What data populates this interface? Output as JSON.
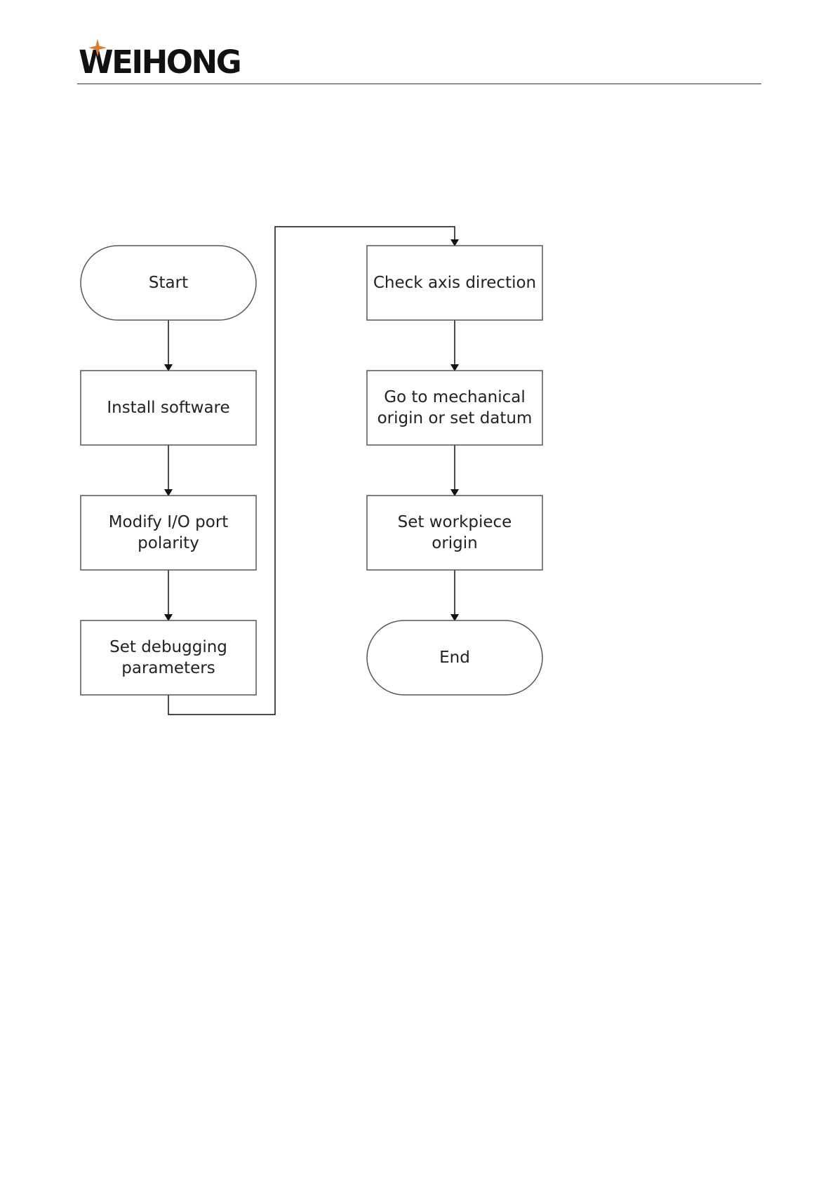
{
  "header": {
    "logo_text": "WEIHONG",
    "logo_accent_color": "#e07a2a",
    "logo_icon": "star-icon"
  },
  "flowchart": {
    "nodes": [
      {
        "id": "start",
        "shape": "terminal",
        "lines": [
          "Start"
        ]
      },
      {
        "id": "install",
        "shape": "process",
        "lines": [
          "Install software"
        ]
      },
      {
        "id": "modify-io",
        "shape": "process",
        "lines": [
          "Modify I/O port",
          "polarity"
        ]
      },
      {
        "id": "debug-params",
        "shape": "process",
        "lines": [
          "Set debugging",
          "parameters"
        ]
      },
      {
        "id": "check-axis",
        "shape": "process",
        "lines": [
          "Check axis direction"
        ]
      },
      {
        "id": "mech-origin",
        "shape": "process",
        "lines": [
          "Go to mechanical",
          "origin or set datum"
        ]
      },
      {
        "id": "workpiece-origin",
        "shape": "process",
        "lines": [
          "Set workpiece",
          "origin"
        ]
      },
      {
        "id": "end",
        "shape": "terminal",
        "lines": [
          "End"
        ]
      }
    ],
    "edges": [
      {
        "from": "start",
        "to": "install"
      },
      {
        "from": "install",
        "to": "modify-io"
      },
      {
        "from": "modify-io",
        "to": "debug-params"
      },
      {
        "from": "debug-params",
        "to": "check-axis"
      },
      {
        "from": "check-axis",
        "to": "mech-origin"
      },
      {
        "from": "mech-origin",
        "to": "workpiece-origin"
      },
      {
        "from": "workpiece-origin",
        "to": "end"
      }
    ]
  }
}
